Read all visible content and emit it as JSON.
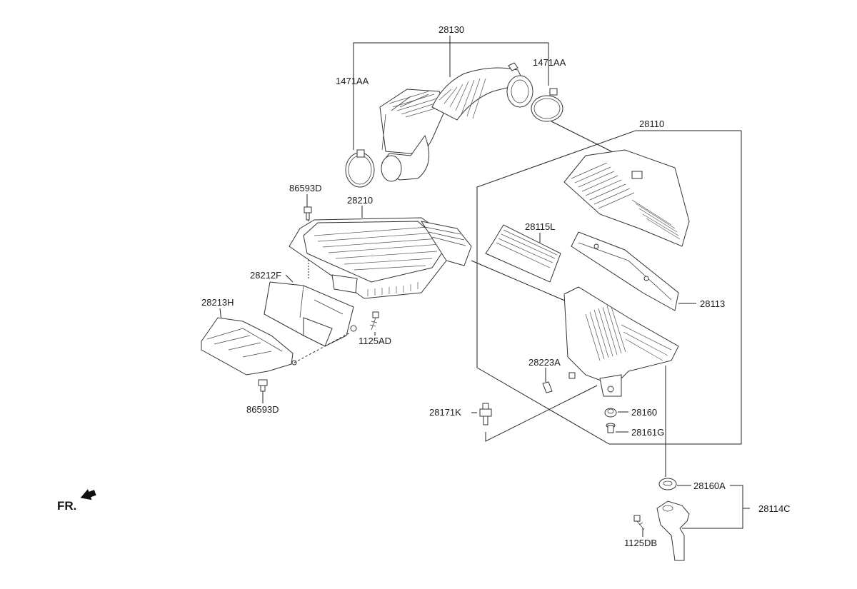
{
  "diagram": {
    "orientation_label": "FR.",
    "callouts": {
      "p28130": "28130",
      "p1471AA_left": "1471AA",
      "p1471AA_right": "1471AA",
      "p28110": "28110",
      "p86593D_top": "86593D",
      "p28210": "28210",
      "p28115L": "28115L",
      "p28212F": "28212F",
      "p28113": "28113",
      "p28213H": "28213H",
      "p1125AD": "1125AD",
      "p28223A": "28223A",
      "p86593D_bottom": "86593D",
      "p28171K": "28171K",
      "p28160": "28160",
      "p28161G": "28161G",
      "p28160A": "28160A",
      "p28114C": "28114C",
      "p1125DB": "1125DB"
    }
  }
}
